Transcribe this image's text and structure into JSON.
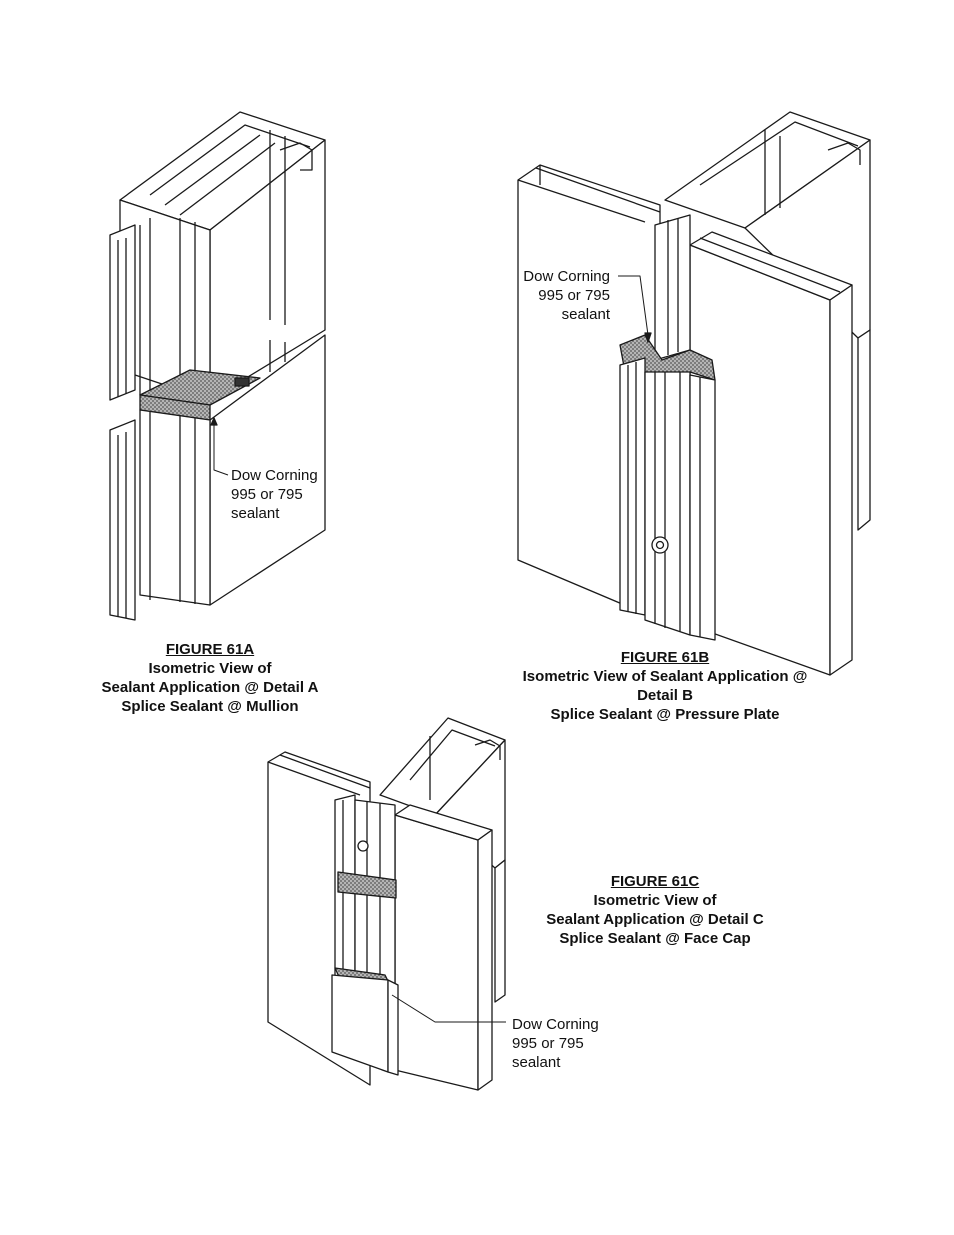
{
  "figures": [
    {
      "id": "61A",
      "title": "FIGURE  61A",
      "lines": [
        "Isometric View of",
        "Sealant Application @ Detail A",
        "Splice Sealant @ Mullion"
      ],
      "callout": [
        "Dow Corning",
        "995 or 795",
        "sealant"
      ]
    },
    {
      "id": "61B",
      "title": "FIGURE  61B",
      "lines": [
        "Isometric View  of Sealant Application @",
        "Detail B",
        "Splice Sealant @  Pressure Plate"
      ],
      "callout": [
        "Dow Corning",
        "995 or 795",
        "sealant"
      ]
    },
    {
      "id": "61C",
      "title": "FIGURE  61C",
      "lines": [
        "Isometric View  of",
        "Sealant Application @  Detail C",
        "Splice Sealant  @ Face Cap"
      ],
      "callout": [
        "Dow Corning",
        "995 or 795",
        "sealant"
      ]
    }
  ],
  "colors": {
    "line": "#1a1a1a",
    "sealant": "#8a8a8a",
    "paper": "#ffffff"
  }
}
